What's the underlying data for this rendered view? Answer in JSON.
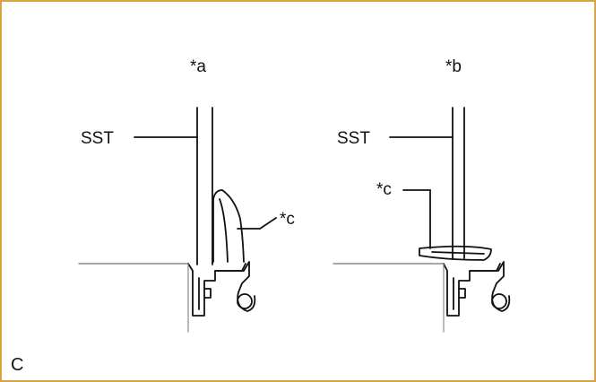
{
  "colors": {
    "frame_border": "#d9a441",
    "line": "#111111",
    "floor": "#8a8a8a"
  },
  "views": [
    {
      "marker": "*a",
      "tool_label": "SST",
      "part_label": "*c"
    },
    {
      "marker": "*b",
      "tool_label": "SST",
      "part_label": "*c"
    }
  ],
  "corner_label": "C"
}
